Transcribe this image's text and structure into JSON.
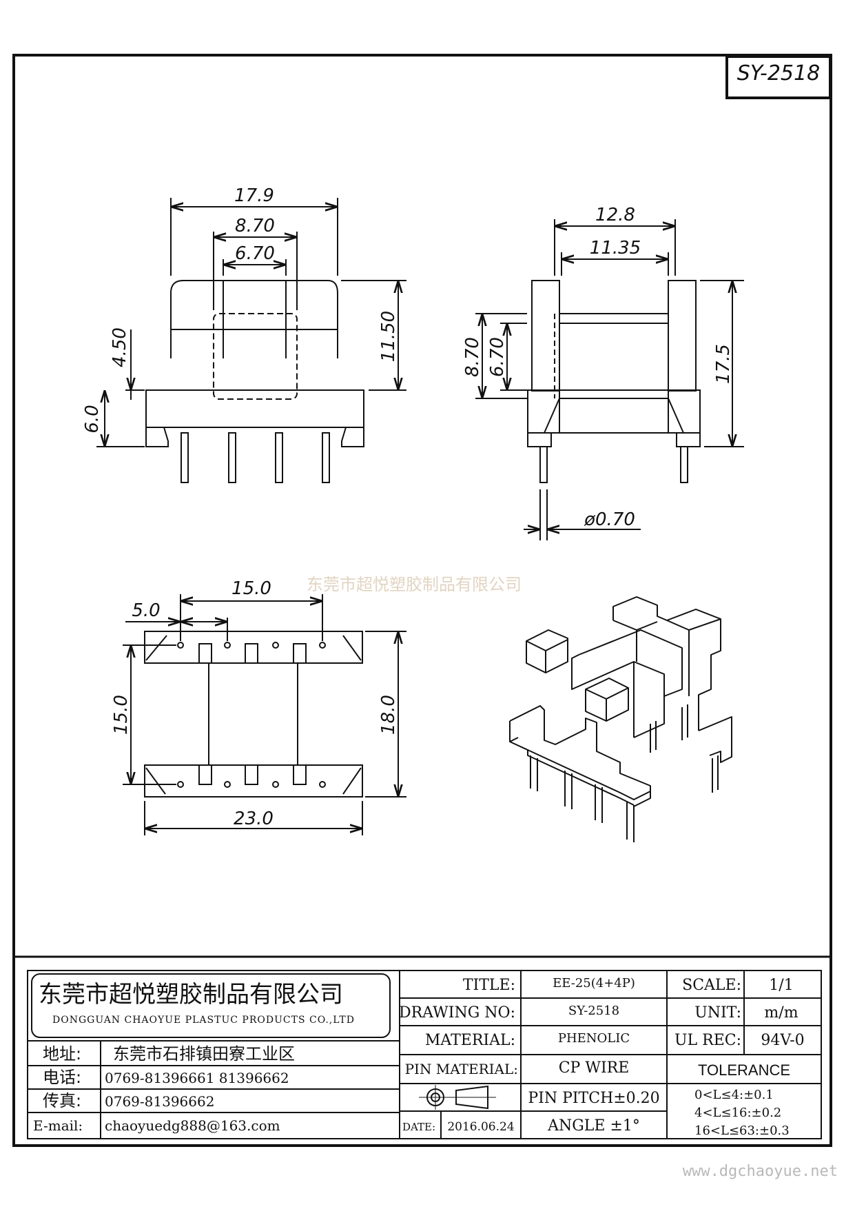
{
  "drawing_id": "SY-2518",
  "watermark": "东莞市超悦塑胶制品有限公司",
  "website": "www.dgchaoyue.net",
  "front_view": {
    "dim_overall_width": "17.9",
    "dim_mid_width": "8.70",
    "dim_inner_width": "6.70",
    "dim_upper_height": "4.50",
    "dim_overall_height": "11.50",
    "dim_base_height": "6.0"
  },
  "side_view": {
    "dim_overall_depth": "12.8",
    "dim_inner_depth": "11.35",
    "dim_window_outer": "8.70",
    "dim_window_inner": "6.70",
    "dim_overall_height": "17.5",
    "dim_pin_diameter": "ø0.70"
  },
  "bottom_view": {
    "dim_pin_span": "15.0",
    "dim_pin_pitch": "5.0",
    "dim_row_spacing": "15.0",
    "dim_overall_depth": "18.0",
    "dim_overall_width": "23.0"
  },
  "title_block": {
    "company_cn": "东莞市超悦塑胶制品有限公司",
    "company_en": "DONGGUAN CHAOYUE PLASTUC PRODUCTS CO.,LTD",
    "address_label": "地址:",
    "address_value": "东莞市石排镇田寮工业区",
    "phone_label": "电话:",
    "phone_value": "0769-81396661  81396662",
    "fax_label": "传真:",
    "fax_value": "0769-81396662",
    "email_label": "E-mail:",
    "email_value": "chaoyuedg888@163.com",
    "title_label": "TITLE:",
    "title_value": "EE-25(4+4P)",
    "drawing_no_label": "DRAWING NO:",
    "drawing_no_value": "SY-2518",
    "material_label": "MATERIAL:",
    "material_value": "PHENOLIC",
    "pin_material_label": "PIN MATERIAL:",
    "pin_material_value": "CP WIRE",
    "pin_pitch": "PIN PITCH±0.20",
    "date_label": "DATE:",
    "date_value": "2016.06.24",
    "angle": "ANGLE  ±1°",
    "scale_label": "SCALE:",
    "scale_value": "1/1",
    "unit_label": "UNIT:",
    "unit_value": "m/m",
    "ul_rec_label": "UL REC:",
    "ul_rec_value": "94V-0",
    "tolerance_title": "TOLERANCE",
    "tolerance_rows": [
      "0<L≤4:±0.1",
      "4<L≤16:±0.2",
      "16<L≤63:±0.3"
    ]
  }
}
